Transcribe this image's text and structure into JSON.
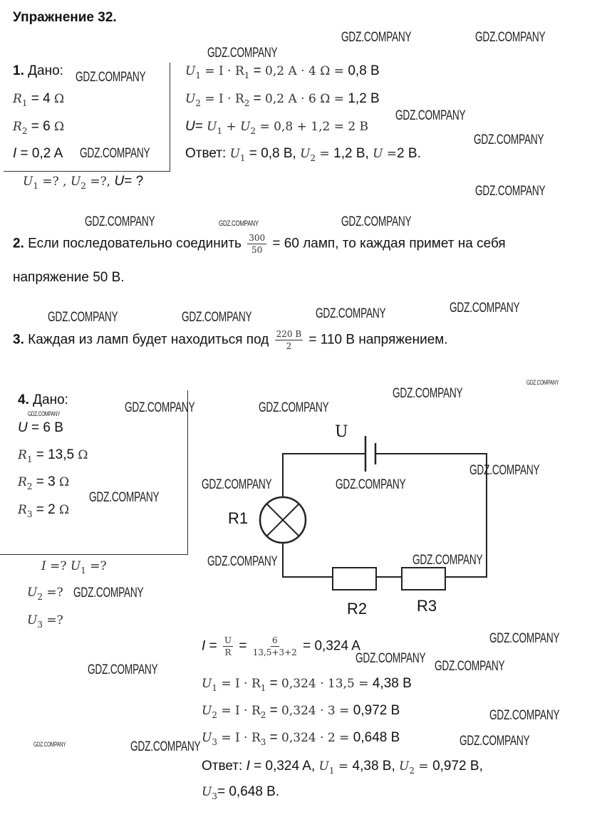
{
  "title": "Упражнение 32.",
  "watermark": "GDZ.COMPANY",
  "p1": {
    "given": [
      [
        {
          "t": "1.",
          "b": 1
        },
        {
          "t": " Дано:"
        }
      ],
      [
        {
          "t": "R",
          "m": 1
        },
        {
          "t": "1",
          "s": 1
        },
        {
          "t": " = 4 "
        },
        {
          "t": "Ω",
          "r": 1
        }
      ],
      [
        {
          "t": "R",
          "m": 1
        },
        {
          "t": "2",
          "s": 1
        },
        {
          "t": " = 6 "
        },
        {
          "t": "Ω",
          "r": 1
        }
      ],
      [
        {
          "t": "I",
          "i": 1
        },
        {
          "t": " = 0,2 A"
        }
      ]
    ],
    "find": [
      {
        "t": "U",
        "m": 1
      },
      {
        "t": "1",
        "s": 1
      },
      {
        "t": " =? , ",
        "r": 1
      },
      {
        "t": "U",
        "m": 1
      },
      {
        "t": "2",
        "s": 1
      },
      {
        "t": " =?, ",
        "r": 1
      },
      {
        "t": "U",
        "i": 1
      },
      {
        "t": "= ?"
      }
    ],
    "solution": [
      [
        {
          "t": "U",
          "m": 1
        },
        {
          "t": "1",
          "s": 1
        },
        {
          "t": " =  I · R",
          "r": 1
        },
        {
          "t": "1",
          "s": 1
        },
        {
          "t": " = "
        },
        {
          "t": "0,2 A  · 4 Ω = ",
          "r": 1
        },
        {
          "t": "0,8 B"
        }
      ],
      [
        {
          "t": "U",
          "m": 1
        },
        {
          "t": "2",
          "s": 1
        },
        {
          "t": " =  I · R",
          "r": 1
        },
        {
          "t": "2",
          "s": 1
        },
        {
          "t": " = "
        },
        {
          "t": "0,2 A · 6 Ω = ",
          "r": 1
        },
        {
          "t": "1,2 B"
        }
      ],
      [
        {
          "t": "U",
          "i": 1
        },
        {
          "t": "= "
        },
        {
          "t": "U",
          "m": 1
        },
        {
          "t": "1",
          "s": 1
        },
        {
          "t": " + ",
          "r": 1
        },
        {
          "t": "U",
          "m": 1
        },
        {
          "t": "2",
          "s": 1
        },
        {
          "t": " = 0,8 + 1,2 = 2 B",
          "r": 1
        }
      ],
      [
        {
          "t": "Ответ: "
        },
        {
          "t": "U",
          "m": 1
        },
        {
          "t": "1",
          "s": 1
        },
        {
          "t": " = "
        },
        {
          "t": "0,8 B, "
        },
        {
          "t": "U",
          "m": 1
        },
        {
          "t": "2",
          "s": 1
        },
        {
          "t": " = ",
          "r": 1
        },
        {
          "t": "1,2 B, "
        },
        {
          "t": "U",
          "m": 1
        },
        {
          "t": " =",
          "r": 1
        },
        {
          "t": "2 B."
        }
      ]
    ]
  },
  "p2": {
    "line1": [
      {
        "t": "2.",
        "b": 1
      },
      {
        "t": " Если последовательно соединить "
      },
      {
        "fr": [
          "300",
          "50"
        ]
      },
      {
        "t": " = 60 ламп, то каждая примет на себя"
      }
    ],
    "line2": [
      {
        "t": "напряжение 50 В."
      }
    ]
  },
  "p3": {
    "line1": [
      {
        "t": "3.",
        "b": 1
      },
      {
        "t": " Каждая из ламп будет находиться под "
      },
      {
        "fr": [
          "220 B",
          "2"
        ]
      },
      {
        "t": " = 110 В напряжением."
      }
    ]
  },
  "p4": {
    "given": [
      [
        {
          "t": "4.",
          "b": 1
        },
        {
          "t": "  Дано:"
        }
      ],
      [
        {
          "t": "U",
          "i": 1
        },
        {
          "t": " = 6 В"
        }
      ],
      [
        {
          "t": "R",
          "m": 1
        },
        {
          "t": "1",
          "s": 1
        },
        {
          "t": " = 13,5 "
        },
        {
          "t": "Ω",
          "r": 1
        }
      ],
      [
        {
          "t": "R",
          "m": 1
        },
        {
          "t": "2",
          "s": 1
        },
        {
          "t": " = 3 "
        },
        {
          "t": "Ω",
          "r": 1
        }
      ],
      [
        {
          "t": "R",
          "m": 1
        },
        {
          "t": "3",
          "s": 1
        },
        {
          "t": " = 2 "
        },
        {
          "t": "Ω",
          "r": 1
        }
      ]
    ],
    "find": [
      [
        {
          "t": "I",
          "m": 1
        },
        {
          "t": " =? ",
          "r": 1
        },
        {
          "t": "U",
          "m": 1
        },
        {
          "t": "1",
          "s": 1
        },
        {
          "t": " =?",
          "r": 1
        }
      ],
      [
        {
          "t": "U",
          "m": 1
        },
        {
          "t": "2",
          "s": 1
        },
        {
          "t": " =?",
          "r": 1
        }
      ],
      [
        {
          "t": "U",
          "m": 1
        },
        {
          "t": "3",
          "s": 1
        },
        {
          "t": " =?",
          "r": 1
        }
      ]
    ],
    "circuit": {
      "source": "U",
      "lamp": "R1",
      "r2": "R2",
      "r3": "R3"
    },
    "solution": [
      [
        {
          "t": "I",
          "i": 1
        },
        {
          "t": " = "
        },
        {
          "fr": [
            "U",
            "R"
          ]
        },
        {
          "t": " = "
        },
        {
          "fr": [
            "6",
            "13,5+3+2"
          ]
        },
        {
          "t": " = 0,324 A"
        }
      ],
      [
        {
          "t": "U",
          "m": 1
        },
        {
          "t": "1",
          "s": 1
        },
        {
          "t": " =  I · R",
          "r": 1
        },
        {
          "t": "1",
          "s": 1
        },
        {
          "t": " = "
        },
        {
          "t": "0,324  · 13,5  = ",
          "r": 1
        },
        {
          "t": "4,38 B"
        }
      ],
      [
        {
          "t": "U",
          "m": 1
        },
        {
          "t": "2",
          "s": 1
        },
        {
          "t": " =  I · R",
          "r": 1
        },
        {
          "t": "2",
          "s": 1
        },
        {
          "t": " = "
        },
        {
          "t": "0,324  · 3  = ",
          "r": 1
        },
        {
          "t": "0,972 B"
        }
      ],
      [
        {
          "t": "U",
          "m": 1
        },
        {
          "t": "3",
          "s": 1
        },
        {
          "t": " =  I · R",
          "r": 1
        },
        {
          "t": "3",
          "s": 1
        },
        {
          "t": " = "
        },
        {
          "t": "0,324  · 2  = ",
          "r": 1
        },
        {
          "t": "0,648 B"
        }
      ],
      [
        {
          "t": "Ответ: "
        },
        {
          "t": "I",
          "i": 1
        },
        {
          "t": " = 0,324 A, "
        },
        {
          "t": "U",
          "m": 1
        },
        {
          "t": "1",
          "s": 1
        },
        {
          "t": " =  ",
          "r": 1
        },
        {
          "t": "4,38 B, "
        },
        {
          "t": "U",
          "m": 1
        },
        {
          "t": "2",
          "s": 1
        },
        {
          "t": " = ",
          "r": 1
        },
        {
          "t": "0,972 B,"
        }
      ],
      [
        {
          "t": "U",
          "m": 1
        },
        {
          "t": "3",
          "s": 1
        },
        {
          "t": "= 0,648 B."
        }
      ]
    ]
  }
}
